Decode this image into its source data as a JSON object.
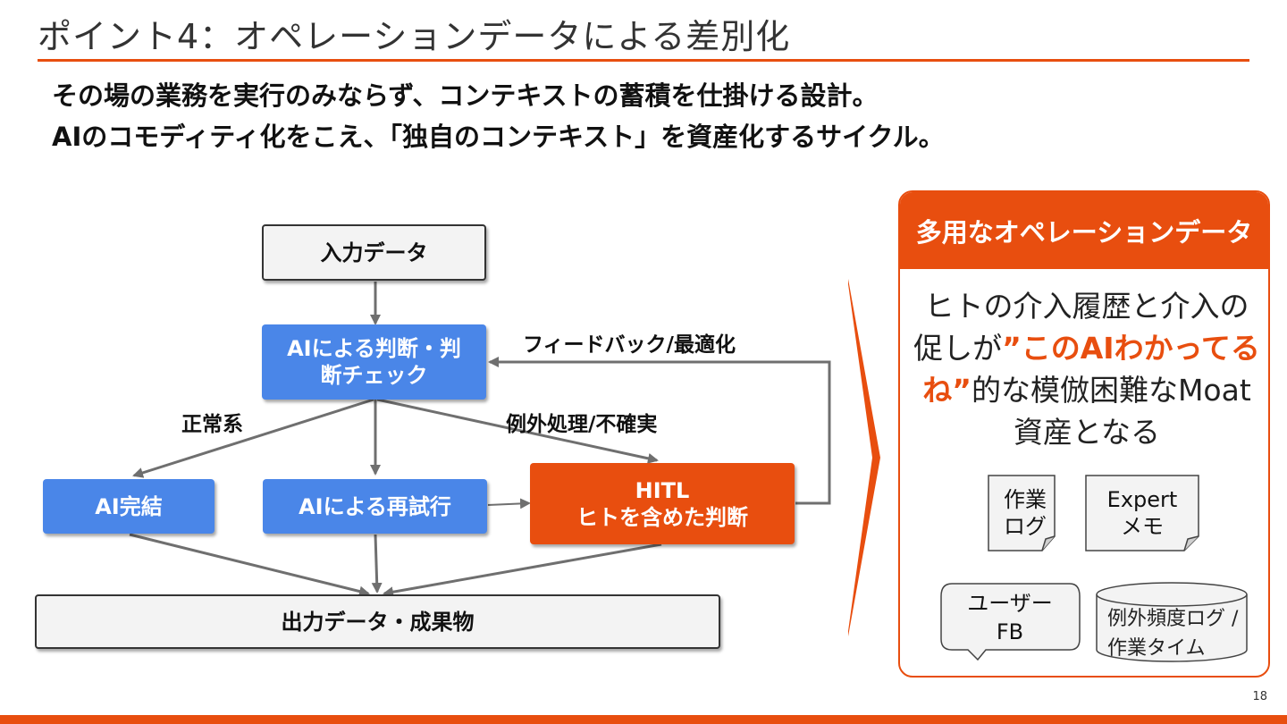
{
  "slide": {
    "title": "ポイント4：オペレーションデータによる差別化",
    "subtitle_lines": [
      "その場の業務を実行のみならず、コンテキストの蓄積を仕掛ける設計。",
      "AIのコモディティ化をこえ、「独自のコンテキスト」を資産化するサイクル。"
    ],
    "page_number": "18"
  },
  "flow": {
    "input": "入力データ",
    "ai_judge": [
      "AIによる判断・判",
      "断チェック"
    ],
    "ai_complete": "AI完結",
    "ai_retry": "AIによる再試行",
    "hitl": [
      "HITL",
      "ヒトを含めた判断"
    ],
    "output": "出力データ・成果物",
    "label_normal": "正常系",
    "label_exception": "例外処理/不確実",
    "label_feedback": "フィードバック/最適化"
  },
  "panel": {
    "header": "多用なオペレーションデータ",
    "text_before": "ヒトの介入履歴と介入の促しが",
    "text_highlight": "”このAIわかってるね”",
    "text_after": "的な模倣困難なMoat資産となる",
    "items": {
      "work_log": [
        "作業",
        "ログ"
      ],
      "expert_memo": [
        "Expert",
        "メモ"
      ],
      "user_fb": [
        "ユーザー",
        "FB"
      ],
      "exception_log": [
        "例外頻度ログ /",
        "作業タイム"
      ]
    }
  },
  "colors": {
    "accent": "#e84e0f",
    "blue": "#4a86e8",
    "arrow_gray": "#6f6f6f"
  }
}
